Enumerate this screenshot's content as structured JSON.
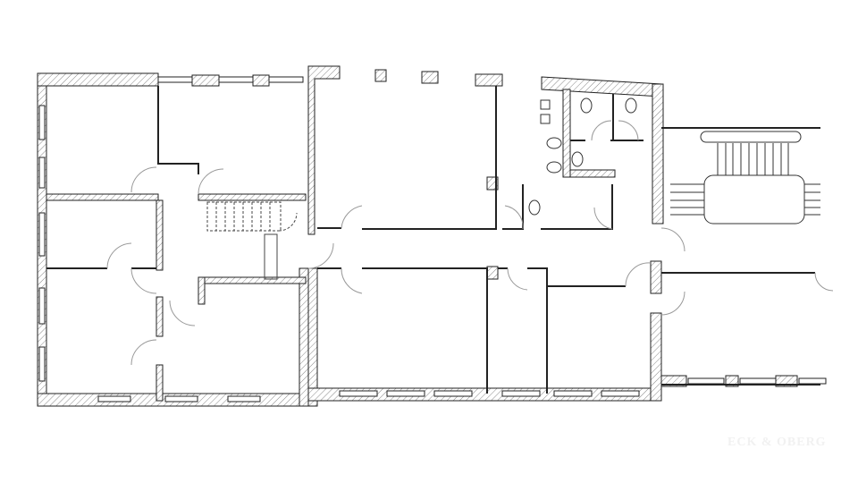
{
  "drawing": {
    "type": "architectural floor plan",
    "background": "#ffffff",
    "line_color": "#222222",
    "hatch_color": "#888888",
    "door_swing_color": "#999999"
  },
  "watermark": {
    "text": "ECK & OBERG",
    "color": "#f1f1f1"
  },
  "elements": {
    "rooms_left_wing": 5,
    "rooms_center_wing": 4,
    "toilets": 4,
    "staircases": 2,
    "corridor": "central east-west corridor"
  }
}
